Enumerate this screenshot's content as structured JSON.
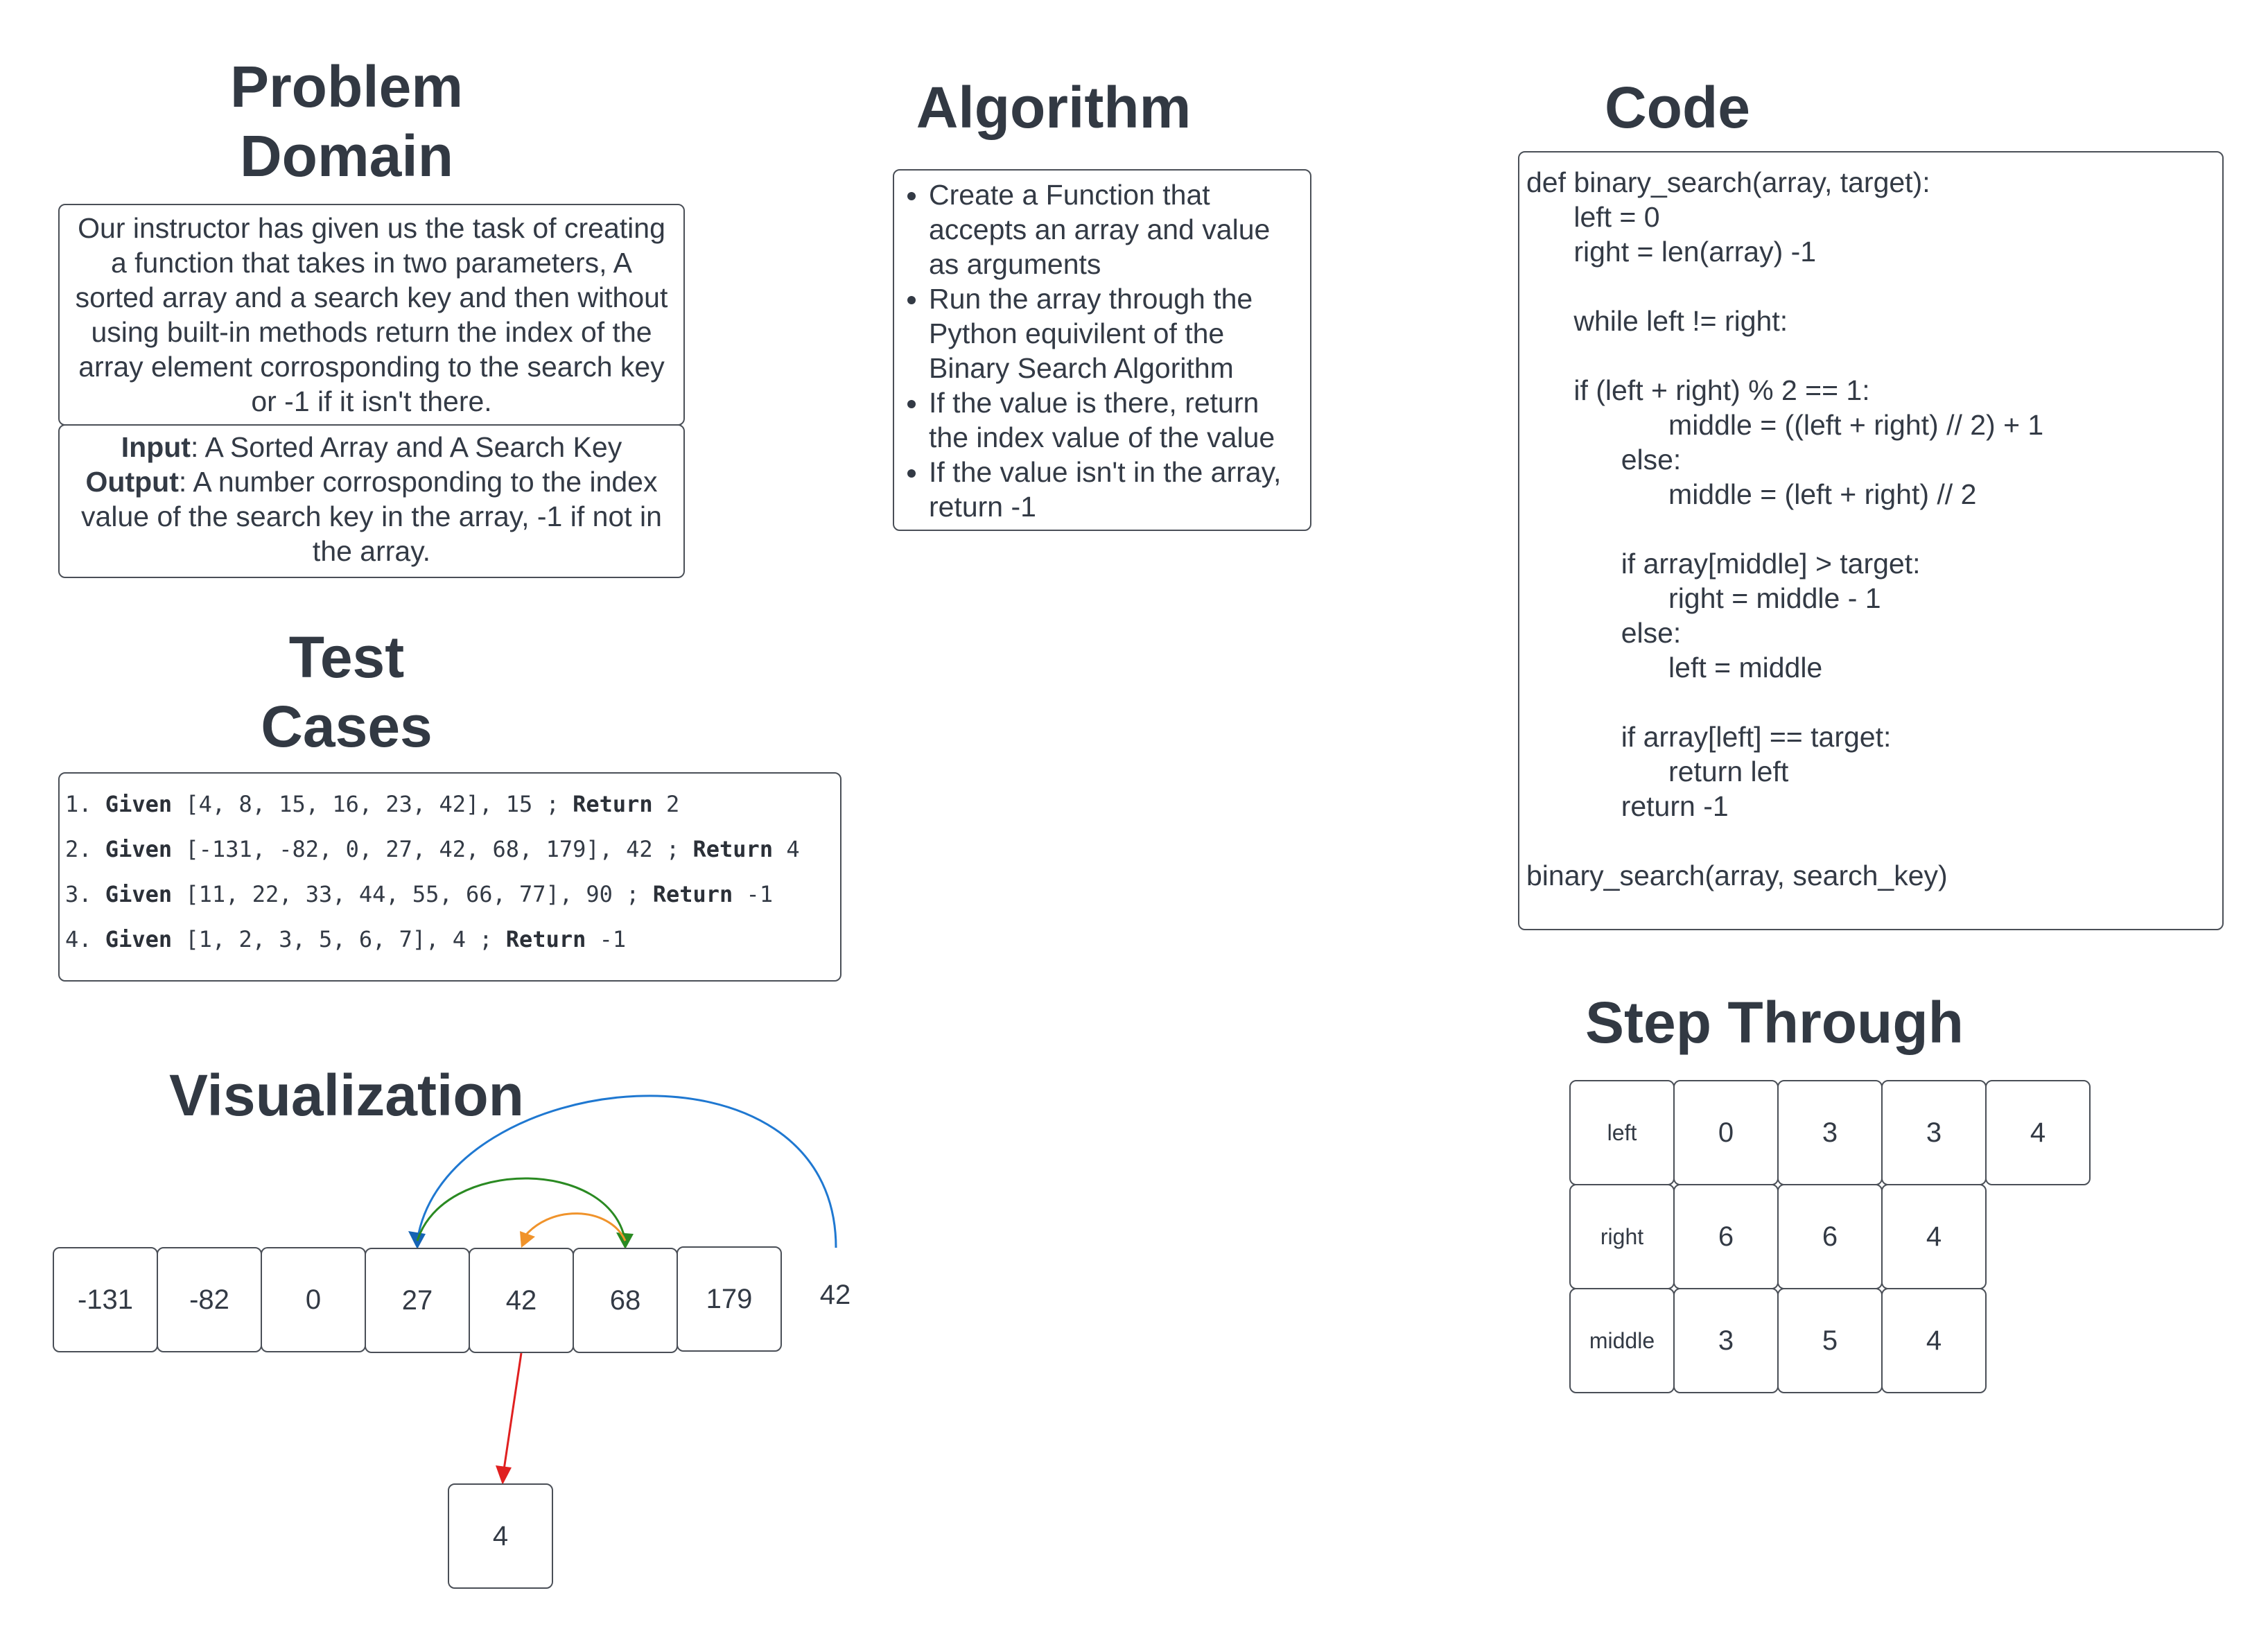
{
  "problem_domain": {
    "heading_line1": "Problem",
    "heading_line2": "Domain",
    "description": "Our instructor has given us the task of creating a function that takes in two parameters, A sorted array and a search key and then without using built-in methods return the index of the array element corrosponding to the search key or -1 if it isn't there.",
    "input_label": "Input",
    "input_text": ": A Sorted Array and A Search Key",
    "output_label": "Output",
    "output_text": ": A number corrosponding to the index value of the search key in the array, -1 if not in the array."
  },
  "algorithm": {
    "heading": "Algorithm",
    "items": [
      "Create a Function that accepts an array and value as arguments",
      "Run the array through the Python equivilent of the Binary Search Algorithm",
      "If the value is there, return the index value of the value",
      "If the value isn't in the array, return -1"
    ]
  },
  "code": {
    "heading": "Code",
    "lines": [
      "def binary_search(array, target):",
      "      left = 0",
      "      right = len(array) -1",
      "",
      "      while left != right:",
      "",
      "      if (left + right) % 2 == 1:",
      "                  middle = ((left + right) // 2) + 1",
      "            else:",
      "                  middle = (left + right) // 2",
      "",
      "            if array[middle] > target:",
      "                  right = middle - 1",
      "            else:",
      "                  left = middle",
      "",
      "            if array[left] == target:",
      "                  return left",
      "            return -1",
      "",
      "binary_search(array, search_key)"
    ]
  },
  "test_cases": {
    "heading_line1": "Test",
    "heading_line2": "Cases",
    "cases": [
      {
        "num": "1. ",
        "given": "Given",
        "args": " [4, 8, 15, 16, 23, 42], 15 ; ",
        "ret": "Return",
        "val": " 2"
      },
      {
        "num": "2. ",
        "given": "Given",
        "args": " [-131, -82, 0, 27, 42, 68, 179], 42 ; ",
        "ret": "Return",
        "val": " 4"
      },
      {
        "num": "3. ",
        "given": "Given",
        "args": " [11, 22, 33, 44, 55, 66, 77], 90 ; ",
        "ret": "Return",
        "val": " -1"
      },
      {
        "num": "4. ",
        "given": "Given",
        "args": " [1, 2, 3, 5, 6, 7], 4 ; ",
        "ret": "Return",
        "val": " -1"
      }
    ]
  },
  "visualization": {
    "heading": "Visualization",
    "array": [
      "-131",
      "-82",
      "0",
      "27",
      "42",
      "68",
      "179"
    ],
    "target": "42",
    "result": "4",
    "arrow_colors": {
      "blue": "#1f78d1",
      "green": "#2a8a22",
      "orange": "#f0932b",
      "red": "#e02020"
    }
  },
  "step_through": {
    "heading": "Step Through",
    "rows": [
      {
        "label": "left",
        "values": [
          "0",
          "3",
          "3",
          "4"
        ]
      },
      {
        "label": "right",
        "values": [
          "6",
          "6",
          "4"
        ]
      },
      {
        "label": "middle",
        "values": [
          "3",
          "5",
          "4"
        ]
      }
    ]
  }
}
